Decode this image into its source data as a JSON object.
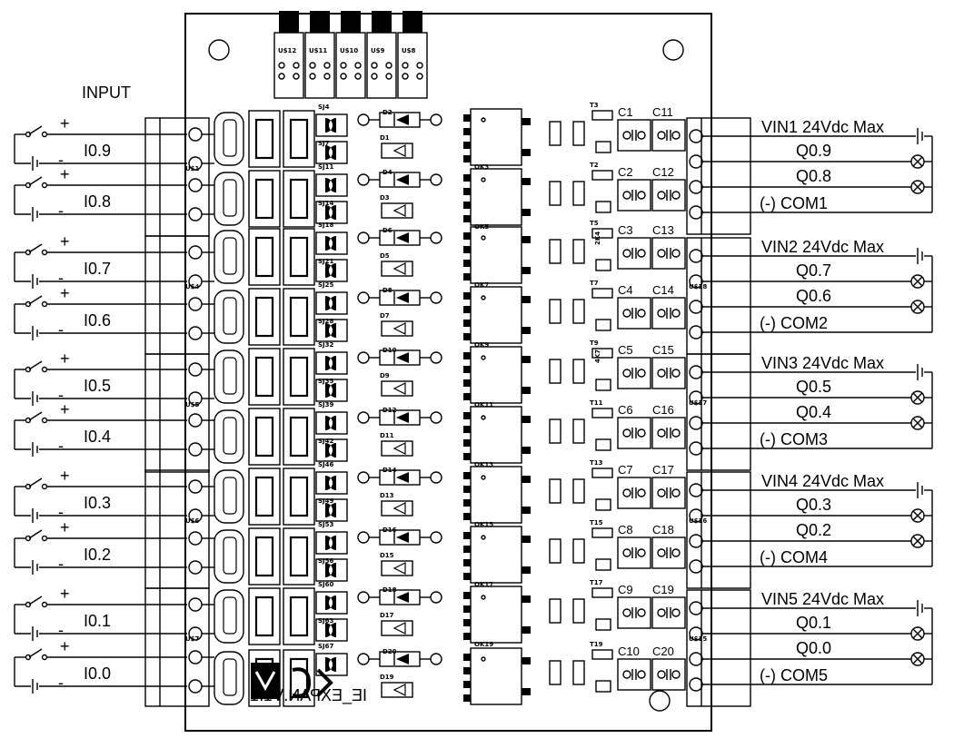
{
  "inputs_header": "INPUT",
  "plus_sign": "+",
  "minus_sign": "-",
  "inputs": [
    {
      "label": "I0.9"
    },
    {
      "label": "I0.8"
    },
    {
      "label": "I0.7"
    },
    {
      "label": "I0.6"
    },
    {
      "label": "I0.5"
    },
    {
      "label": "I0.4"
    },
    {
      "label": "I0.3"
    },
    {
      "label": "I0.2"
    },
    {
      "label": "I0.1"
    },
    {
      "label": "I0.0"
    }
  ],
  "output_groups": [
    {
      "vin": "VIN1 24Vdc Max",
      "outputs": [
        "Q0.9",
        "Q0.8"
      ],
      "com": "(-) COM1"
    },
    {
      "vin": "VIN2 24Vdc Max",
      "outputs": [
        "Q0.7",
        "Q0.6"
      ],
      "com": "(-) COM2"
    },
    {
      "vin": "VIN3 24Vdc Max",
      "outputs": [
        "Q0.5",
        "Q0.4"
      ],
      "com": "(-) COM3"
    },
    {
      "vin": "VIN4 24Vdc Max",
      "outputs": [
        "Q0.3",
        "Q0.2"
      ],
      "com": "(-) COM4"
    },
    {
      "vin": "VIN5 24Vdc Max",
      "outputs": [
        "Q0.1",
        "Q0.0"
      ],
      "com": "(-) COM5"
    }
  ],
  "board": {
    "header_labels": [
      "U$12",
      "U$11",
      "U$10",
      "U$9",
      "U$8"
    ],
    "optocouplers": [
      "OK3",
      "OK5",
      "OK7",
      "OK9",
      "OK11",
      "OK13",
      "OK15",
      "OK17",
      "OK19",
      ""
    ],
    "input_connectors": [
      "U$1",
      "U$4",
      "U$5",
      "U$6",
      "U$7"
    ],
    "output_connectors": [
      "",
      "U$18",
      "U$17",
      "U$16",
      "U$15"
    ],
    "cap_pairs": [
      [
        "C1",
        "C11"
      ],
      [
        "C2",
        "C12"
      ],
      [
        "C3",
        "C13"
      ],
      [
        "C4",
        "C14"
      ],
      [
        "C5",
        "C15"
      ],
      [
        "C6",
        "C16"
      ],
      [
        "C7",
        "C17"
      ],
      [
        "C8",
        "C18"
      ],
      [
        "C9",
        "C19"
      ],
      [
        "C10",
        "C20"
      ]
    ],
    "transistors": [
      "T3",
      "T2",
      "T5",
      "T7",
      "T9",
      "T11",
      "T13",
      "T15",
      "T17",
      "T19"
    ],
    "led_diodes": [
      "D2",
      "D4",
      "D6",
      "D8",
      "D10",
      "D12",
      "D14",
      "D16",
      "D18",
      "D20"
    ],
    "small_diodes": [
      "D1",
      "D3",
      "D5",
      "D7",
      "D9",
      "D11",
      "D13",
      "D15",
      "D17",
      "D19"
    ],
    "jumpers_top": [
      "SJ4",
      "SJ11",
      "SJ18",
      "SJ25",
      "SJ32",
      "SJ39",
      "SJ46",
      "SJ53",
      "SJ60",
      "SJ67"
    ],
    "jumpers_bottom": [
      "SJ7",
      "SJ14",
      "SJ21",
      "SJ28",
      "SJ35",
      "SJ42",
      "SJ49",
      "SJ56",
      "SJ63",
      ""
    ],
    "resistor_values": [
      "4K7",
      "2K4",
      "4K7"
    ],
    "footer_text": "IE_EXPAN.V1.1"
  }
}
